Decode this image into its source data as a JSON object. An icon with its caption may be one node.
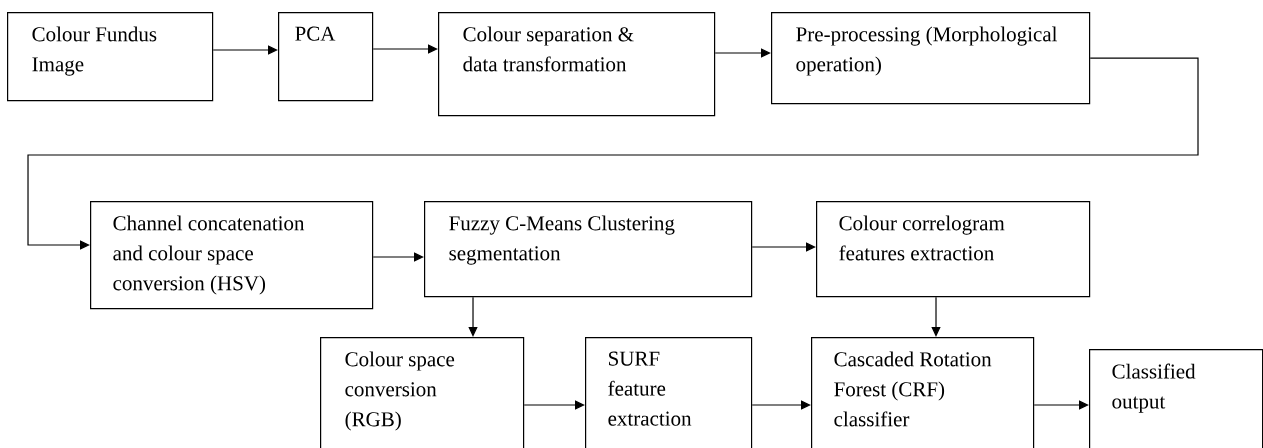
{
  "diagram": {
    "nodes": [
      {
        "text": [
          "Colour Fundus Image"
        ]
      },
      {
        "text": [
          "PCA"
        ]
      },
      {
        "text": [
          "Colour separation & data transformation"
        ]
      },
      {
        "text": [
          "Pre-processing (Morphological operation)"
        ]
      },
      {
        "text": [
          "Channel concatenation and colour space conversion (HSV)"
        ]
      },
      {
        "text": [
          "Fuzzy C-Means Clustering segmentation"
        ]
      },
      {
        "text": [
          "Colour correlogram features extraction"
        ]
      },
      {
        "text": [
          "Colour space conversion (RGB)"
        ]
      },
      {
        "text": [
          "SURF feature extraction"
        ]
      },
      {
        "text": [
          "Cascaded Rotation Forest (CRF) classifier"
        ]
      },
      {
        "text": [
          "Classified output"
        ]
      }
    ],
    "edges": [
      {
        "from": 0,
        "to": 1,
        "arrow": "to"
      },
      {
        "from": 1,
        "to": 2,
        "arrow": "to"
      },
      {
        "from": 2,
        "to": 3,
        "arrow": "to"
      },
      {
        "from": 3,
        "to": 4,
        "arrow": "to"
      },
      {
        "from": 4,
        "to": 5,
        "arrow": "to"
      },
      {
        "from": 5,
        "to": 6,
        "arrow": "to"
      },
      {
        "from": 5,
        "to": 7,
        "arrow": "to"
      },
      {
        "from": 6,
        "to": 9,
        "arrow": "to"
      },
      {
        "from": 7,
        "to": 8,
        "arrow": "to"
      },
      {
        "from": 8,
        "to": 9,
        "arrow": "to"
      },
      {
        "from": 9,
        "to": 10,
        "arrow": "to"
      }
    ]
  }
}
